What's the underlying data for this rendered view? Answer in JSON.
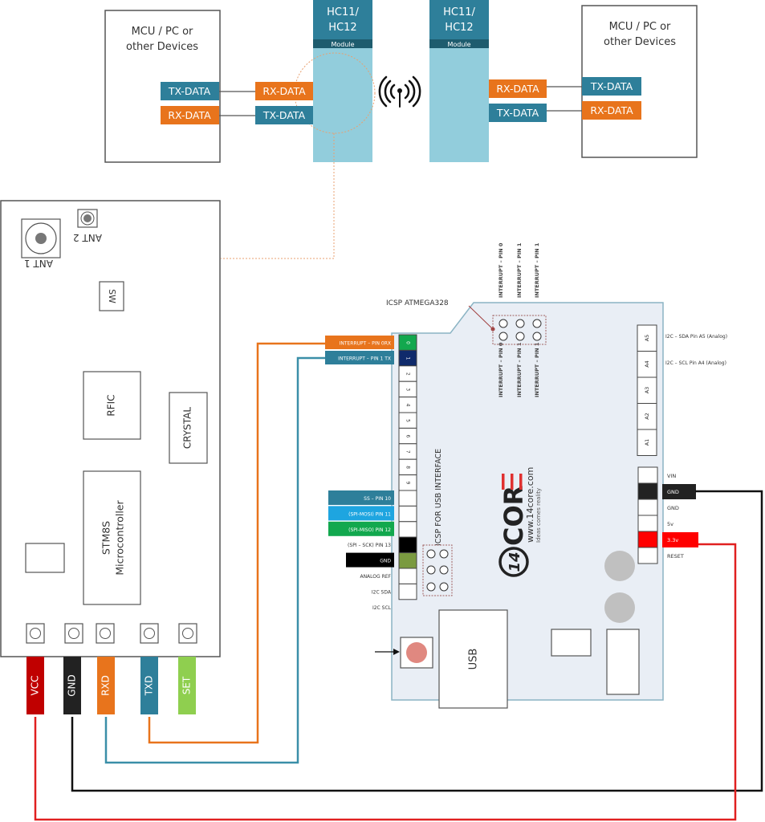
{
  "top_link": {
    "left_device": {
      "title_line1": "MCU / PC or",
      "title_line2": "other Devices",
      "tx": "TX-DATA",
      "rx": "RX-DATA"
    },
    "left_module": {
      "title_line1": "HC11/",
      "title_line2": "HC12",
      "subtitle": "Module",
      "rx": "RX-DATA",
      "tx": "TX-DATA"
    },
    "right_module": {
      "title_line1": "HC11/",
      "title_line2": "HC12",
      "subtitle": "Module",
      "rx": "RX-DATA",
      "tx": "TX-DATA"
    },
    "right_device": {
      "title_line1": "MCU / PC or",
      "title_line2": "other Devices",
      "tx": "TX-DATA",
      "rx": "RX-DATA"
    },
    "wireless_icon": "wireless-antenna-icon"
  },
  "hc12_board": {
    "ant1": "ANT 1",
    "ant2": "ANT 2",
    "sw": "SW",
    "rfic": "RFIC",
    "crystal": "CRYSTAL",
    "mcu_line1": "STM8S",
    "mcu_line2": "Microcontroller",
    "pins": [
      {
        "label": "VCC",
        "color": "#c00000"
      },
      {
        "label": "GND",
        "color": "#222222"
      },
      {
        "label": "RXD",
        "color": "#e8741c"
      },
      {
        "label": "TXD",
        "color": "#2e7f9a"
      },
      {
        "label": "SET",
        "color": "#8fcf4f"
      }
    ]
  },
  "arduino": {
    "icsp_label": "ICSP ATMEGA328",
    "icsp_usb_label": "ICSP FOR USB INTERFACE",
    "interrupt_top": [
      "INTERRUPT – PIN 0",
      "INTERRUPT – PIN 1",
      "INTERRUPT – PIN 1"
    ],
    "interrupt_bottom": [
      "INTERRUPT – PIN 0",
      "INTERRUPT – PIN 1",
      "INTERRUPT – PIN 1"
    ],
    "digital_labels": [
      {
        "text": "INTERRUPT – PIN 0RX",
        "bg": "#e8741c",
        "color": "#ffffff"
      },
      {
        "text": "INTERRUPT – PIN 1 TX",
        "bg": "#2e7f9a",
        "color": "#ffffff"
      }
    ],
    "digital_pins": [
      "0",
      "1",
      "2",
      "3",
      "4",
      "5",
      "6",
      "7",
      "8",
      "9",
      "",
      "",
      "",
      "",
      "",
      "",
      ""
    ],
    "left_labels": [
      {
        "text": "SS – PIN 10",
        "bg": "#2e7f9a",
        "color": "#ffffff"
      },
      {
        "text": "(SPI-MOSI) PIN 11",
        "bg": "#1ea5e0",
        "color": "#ffffff"
      },
      {
        "text": "(SPI-MISO) PIN 12",
        "bg": "#12a84e",
        "color": "#ffffff"
      },
      {
        "text": "(SPI – SCK) PIN 13",
        "bg": "",
        "color": "#333333"
      },
      {
        "text": "GND",
        "bg": "#000000",
        "color": "#ffffff"
      },
      {
        "text": "ANALOG REF",
        "bg": "",
        "color": "#333333"
      },
      {
        "text": "I2C SDA",
        "bg": "",
        "color": "#333333"
      },
      {
        "text": "I2C SCL",
        "bg": "",
        "color": "#333333"
      }
    ],
    "analog_pins": [
      "A5",
      "A4",
      "A3",
      "A2",
      "A1"
    ],
    "analog_labels": [
      "I2C – SDA Pin A5 (Analog)",
      "I2C – SCL Pin A4 (Analog)"
    ],
    "power_pins": [
      {
        "text": "VIN",
        "fill": "#ffffff",
        "label_bg": "",
        "label_color": "#333333"
      },
      {
        "text": "GND",
        "fill": "#222222",
        "label_bg": "#222222",
        "label_color": "#ffffff"
      },
      {
        "text": "GND",
        "fill": "#ffffff",
        "label_bg": "",
        "label_color": "#333333"
      },
      {
        "text": "5v",
        "fill": "#ffffff",
        "label_bg": "",
        "label_color": "#333333"
      },
      {
        "text": "3.3v",
        "fill": "#ff0000",
        "label_bg": "#ff0000",
        "label_color": "#ffffff"
      },
      {
        "text": "RESET",
        "fill": "#ffffff",
        "label_bg": "",
        "label_color": "#333333"
      }
    ],
    "usb_label": "USB",
    "logo": {
      "text": "COR",
      "number": "14",
      "url": "www.14core.com",
      "tagline": "Ideas comes reality"
    }
  },
  "colors": {
    "teal": "#2e7f9a",
    "orange": "#e8741c",
    "module_light": "#92cddc",
    "module_dark": "#1e5c6e",
    "board_bg": "#e9eef5",
    "board_border": "#8bb4c4",
    "wire_red": "#e02020",
    "wire_black": "#111111",
    "wire_teal": "#3a8fa8",
    "wire_orange": "#e8741c"
  }
}
